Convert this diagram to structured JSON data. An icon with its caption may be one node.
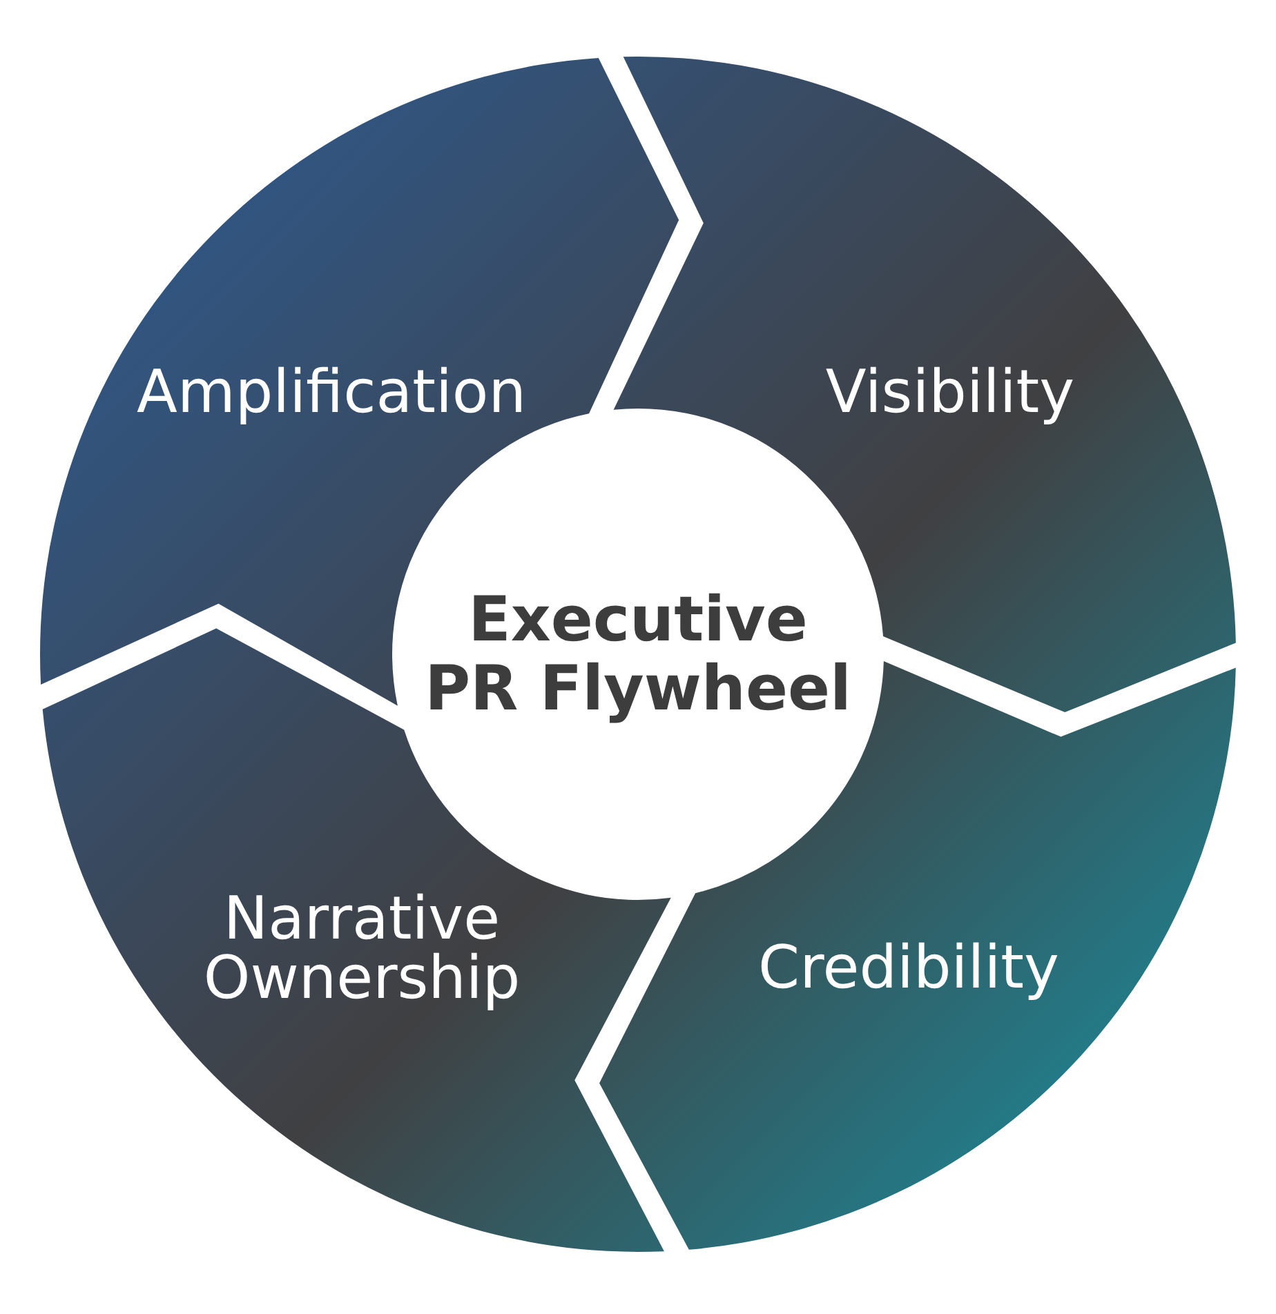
{
  "diagram": {
    "nodes": [
      {
        "text": [
          "Amplification"
        ]
      },
      {
        "text": [
          "Visibility"
        ]
      },
      {
        "text": [
          "Executive PR Flywheel"
        ]
      },
      {
        "text": [
          "Narrative Ownership"
        ]
      },
      {
        "text": [
          "Credibility"
        ]
      }
    ]
  }
}
